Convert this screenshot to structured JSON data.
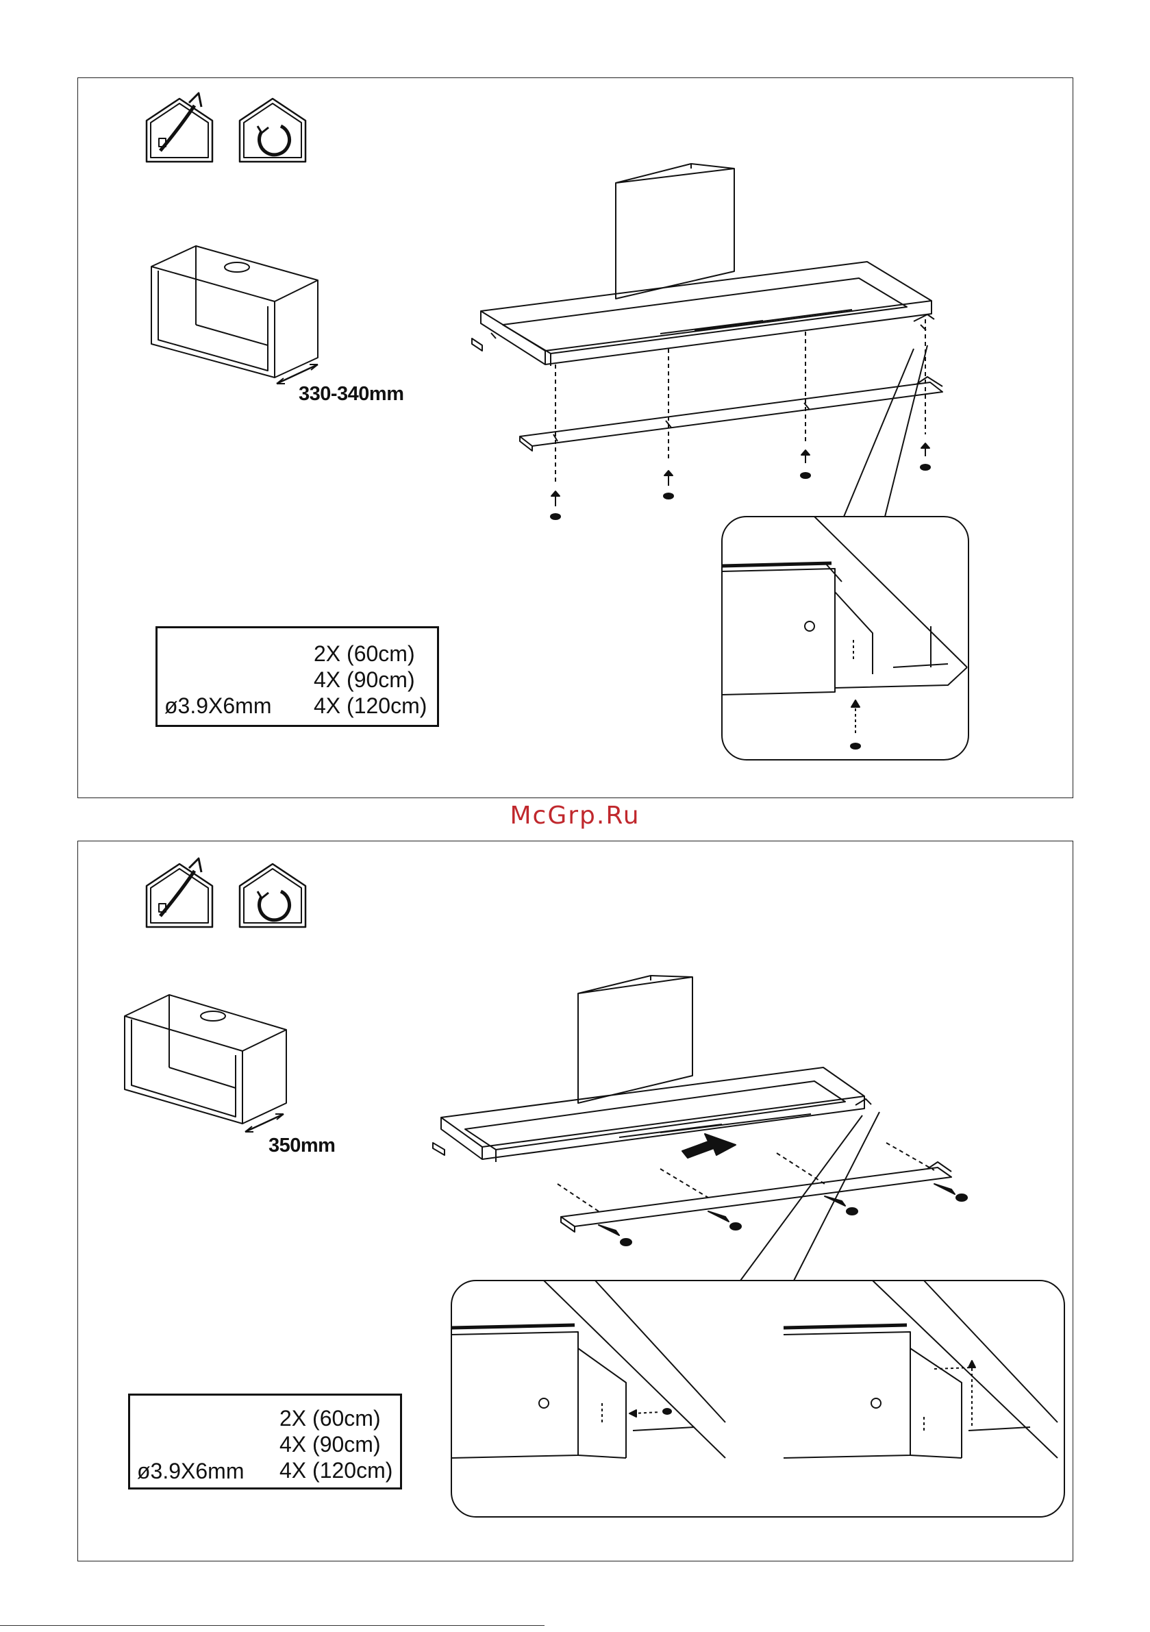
{
  "watermark": "McGrp.Ru",
  "panels": [
    {
      "cabinet_depth": "330-340mm",
      "screw": {
        "size": "ø3.9X6mm",
        "quantities": [
          "2X (60cm)",
          "4X (90cm)",
          "4X (120cm)"
        ]
      }
    },
    {
      "cabinet_depth": "350mm",
      "screw": {
        "size": "ø3.9X6mm",
        "quantities": [
          "2X (60cm)",
          "4X (90cm)",
          "4X (120cm)"
        ]
      }
    }
  ],
  "icons": [
    "ducted-extraction-icon",
    "recirculation-icon",
    "screw-icon"
  ],
  "colors": {
    "line": "#111111",
    "watermark": "#c0282d"
  }
}
